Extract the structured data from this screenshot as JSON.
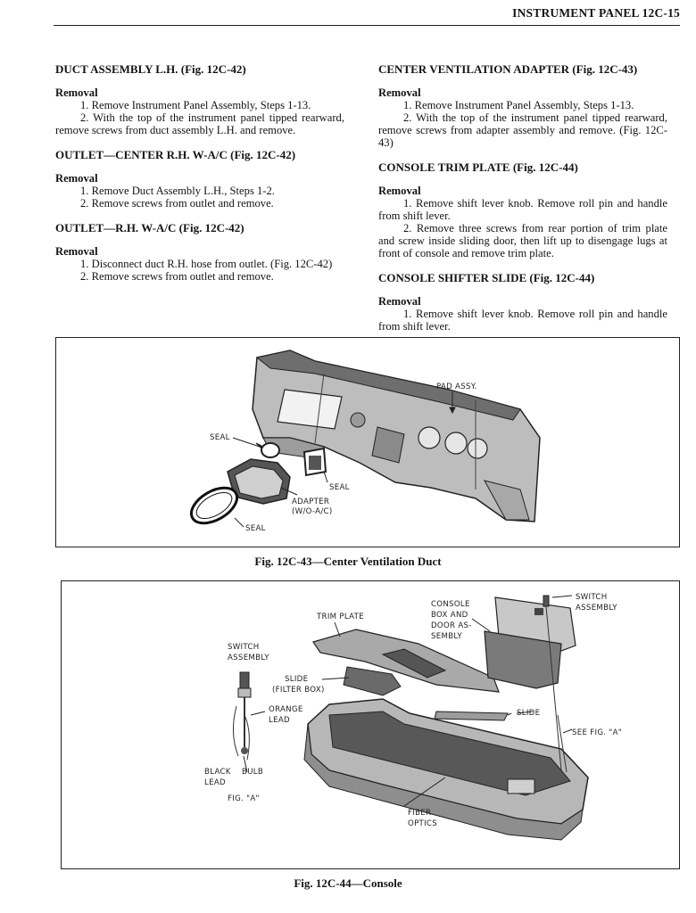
{
  "header": {
    "title": "INSTRUMENT PANEL  12C-15"
  },
  "left_column": {
    "s1_heading": "DUCT ASSEMBLY L.H. (Fig. 12C-42)",
    "s1_sub": "Removal",
    "s1_step1": "1. Remove Instrument Panel Assembly, Steps 1-13.",
    "s1_step2": "2. With the top of the instrument panel tipped rearward, remove screws from duct assembly L.H. and remove.",
    "s2_heading": "OUTLET—CENTER R.H. W-A/C (Fig. 12C-42)",
    "s2_sub": "Removal",
    "s2_step1": "1. Remove Duct Assembly L.H., Steps 1-2.",
    "s2_step2": "2. Remove screws from outlet and remove.",
    "s3_heading": "OUTLET—R.H. W-A/C (Fig. 12C-42)",
    "s3_sub": "Removal",
    "s3_step1": "1. Disconnect duct R.H. hose from outlet. (Fig. 12C-42)",
    "s3_step2": "2. Remove screws from outlet and remove."
  },
  "right_column": {
    "s1_heading": "CENTER VENTILATION ADAPTER (Fig. 12C-43)",
    "s1_sub": "Removal",
    "s1_step1": "1. Remove Instrument Panel Assembly, Steps 1-13.",
    "s1_step2": "2. With the top of the instrument panel tipped rearward, remove screws from adapter assembly and remove. (Fig. 12C-43)",
    "s2_heading": "CONSOLE TRIM PLATE (Fig. 12C-44)",
    "s2_sub": "Removal",
    "s2_step1": "1. Remove shift lever knob. Remove roll pin and handle from shift lever.",
    "s2_step2": "2. Remove three screws from rear portion of trim plate and screw inside sliding door, then lift up to disengage lugs at front of console and remove trim plate.",
    "s3_heading": "CONSOLE SHIFTER SLIDE (Fig. 12C-44)",
    "s3_sub": "Removal",
    "s3_step1": "1. Remove shift lever knob. Remove roll pin and handle from shift lever."
  },
  "figure_43": {
    "caption": "Fig. 12C-43—Center Ventilation Duct",
    "labels": {
      "pad_assy": "PAD ASSY.",
      "seal_top": "SEAL",
      "seal_right": "SEAL",
      "adapter_1": "ADAPTER",
      "adapter_2": "(W/O-A/C)",
      "seal_bottom": "SEAL"
    }
  },
  "figure_44": {
    "caption": "Fig. 12C-44—Console",
    "labels": {
      "trim_plate": "TRIM PLATE",
      "console_box_1": "CONSOLE",
      "console_box_2": "BOX AND",
      "console_box_3": "DOOR AS-",
      "console_box_4": "SEMBLY",
      "switch_assy_r1": "SWITCH",
      "switch_assy_r2": "ASSEMBLY",
      "switch_assy_l1": "SWITCH",
      "switch_assy_l2": "ASSEMBLY",
      "slide_filter_1": "SLIDE",
      "slide_filter_2": "(FILTER BOX)",
      "orange_lead_1": "ORANGE",
      "orange_lead_2": "LEAD",
      "slide": "SLIDE",
      "see_fig_a": "SEE FIG. \"A\"",
      "black_lead_1": "BLACK",
      "black_lead_2": "LEAD",
      "bulb": "BULB",
      "fig_a": "FIG. \"A\"",
      "fiber_optics_1": "FIBER",
      "fiber_optics_2": "OPTICS"
    }
  }
}
